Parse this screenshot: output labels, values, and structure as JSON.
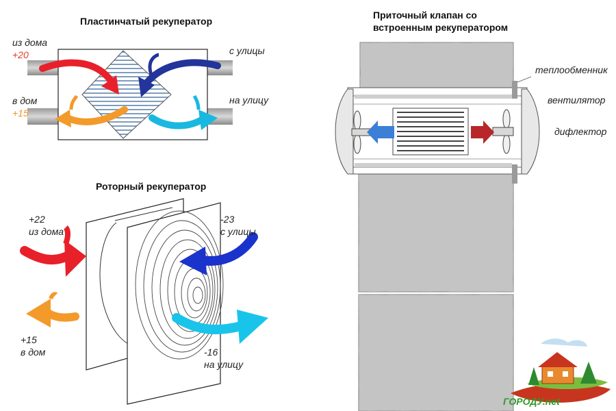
{
  "plate": {
    "title": "Пластинчатый рекуператор",
    "from_house": "из дома",
    "from_house_temp": "+20",
    "to_house": "в дом",
    "to_house_temp": "+15",
    "from_street": "с улицы",
    "to_street": "на улицу"
  },
  "rotor": {
    "title": "Роторный рекуператор",
    "from_house_temp": "+22",
    "from_house": "из дома",
    "from_street_temp": "-23",
    "from_street": "с улицы",
    "to_house_temp": "+15",
    "to_house": "в дом",
    "to_street_temp": "-16",
    "to_street": "на улицу"
  },
  "valve": {
    "title_line1": "Приточный клапан со",
    "title_line2": "встроенным рекуператором",
    "heat_exchanger": "теплообменник",
    "fan": "вентилятор",
    "deflector": "дифлектор"
  },
  "logo": {
    "text": "ГОРОДУ.net"
  },
  "colors": {
    "red": "#e8202a",
    "orange": "#f39a2b",
    "navy": "#23349a",
    "cyan": "#19b8e0",
    "blue": "#3b7fd6",
    "darkred": "#b8262a",
    "hatch": "#7f9dbf",
    "wall": "#b9b9b9"
  }
}
